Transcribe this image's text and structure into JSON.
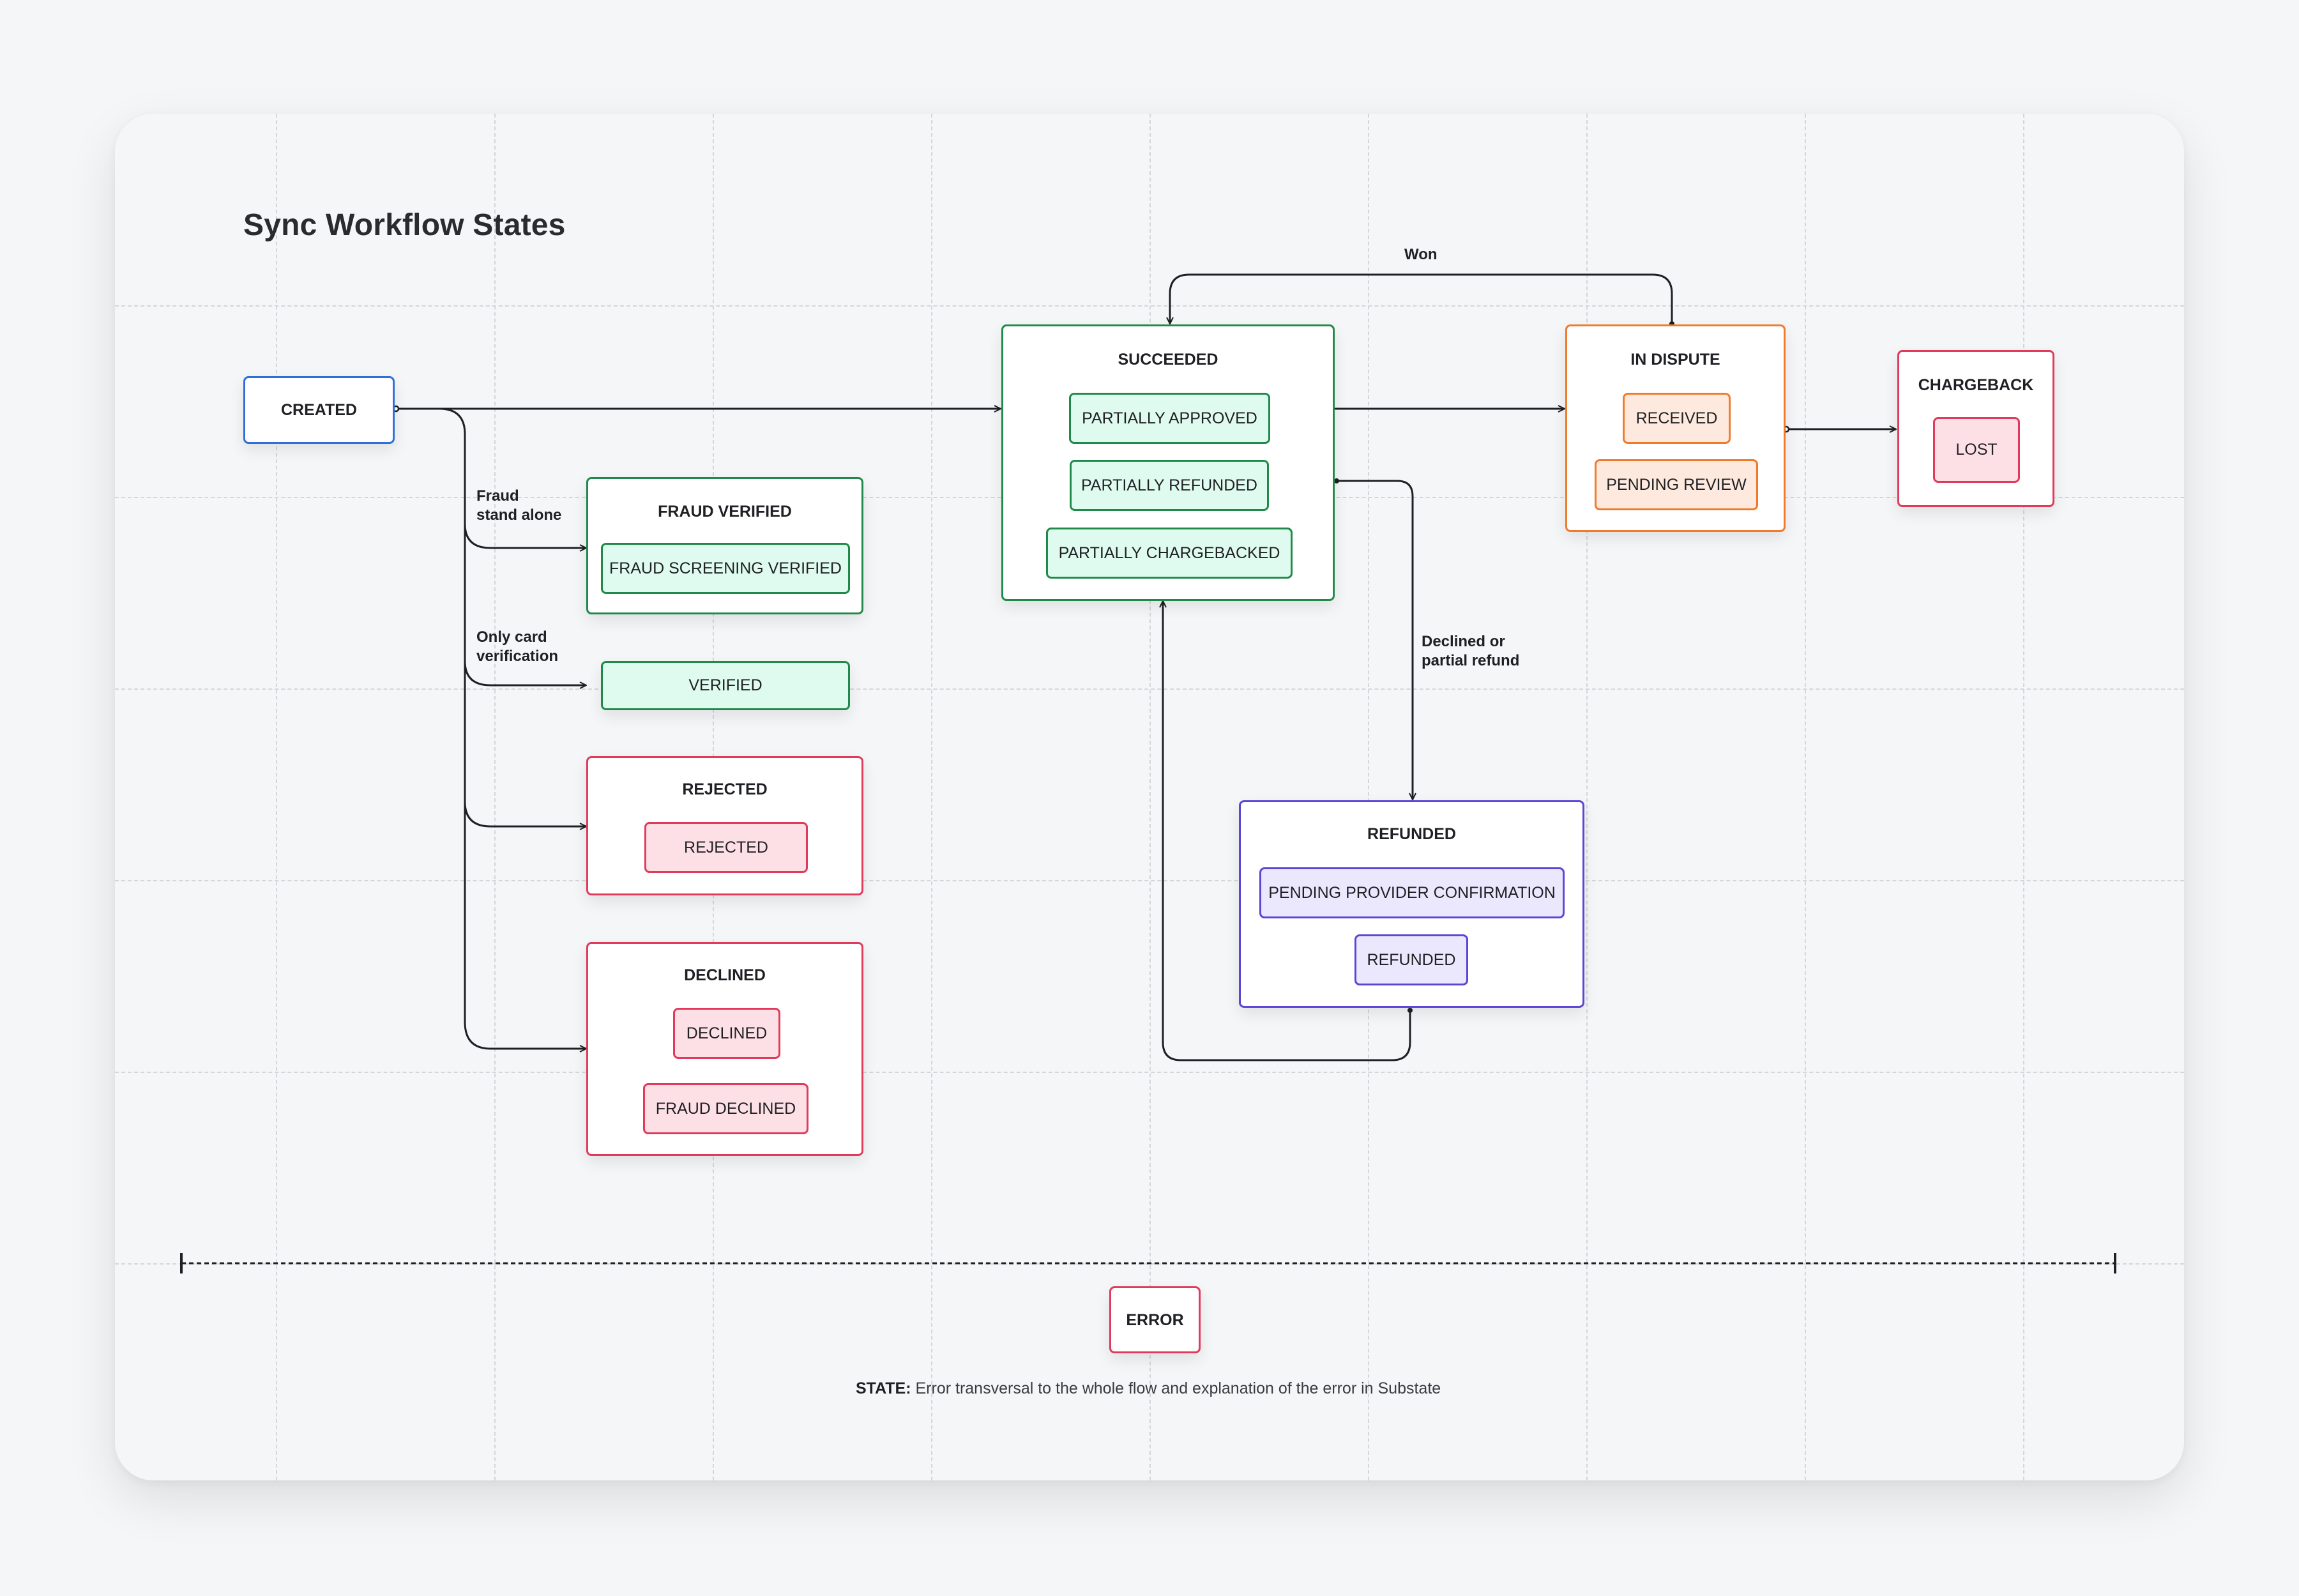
{
  "title": "Sync Workflow States",
  "states": {
    "created": {
      "title": "CREATED"
    },
    "fraud_verified": {
      "title": "FRAUD VERIFIED",
      "substates": [
        "FRAUD SCREENING VERIFIED"
      ]
    },
    "verified": {
      "title": "VERIFIED"
    },
    "rejected": {
      "title": "REJECTED",
      "substates": [
        "REJECTED"
      ]
    },
    "declined": {
      "title": "DECLINED",
      "substates": [
        "DECLINED",
        "FRAUD DECLINED"
      ]
    },
    "succeeded": {
      "title": "SUCCEEDED",
      "substates": [
        "PARTIALLY APPROVED",
        "PARTIALLY REFUNDED",
        "PARTIALLY CHARGEBACKED"
      ]
    },
    "in_dispute": {
      "title": "IN DISPUTE",
      "substates": [
        "RECEIVED",
        "PENDING REVIEW"
      ]
    },
    "chargeback": {
      "title": "CHARGEBACK",
      "substates": [
        "LOST"
      ]
    },
    "refunded": {
      "title": "REFUNDED",
      "substates": [
        "PENDING PROVIDER CONFIRMATION",
        "REFUNDED"
      ]
    },
    "error": {
      "title": "ERROR"
    }
  },
  "edge_labels": {
    "fraud_stand_alone": "Fraud\nstand alone",
    "only_card_verification": "Only card\nverification",
    "won": "Won",
    "declined_or_partial_refund": "Declined or\npartial refund"
  },
  "footnote": {
    "label": "STATE:",
    "text": " Error transversal to the whole flow and explanation of the error in Substate"
  },
  "colors": {
    "created": "#2f6fdc",
    "success": "#1f8a4a",
    "error": "#e03a5c",
    "dispute": "#f07b2d",
    "refund": "#5b46d6"
  }
}
